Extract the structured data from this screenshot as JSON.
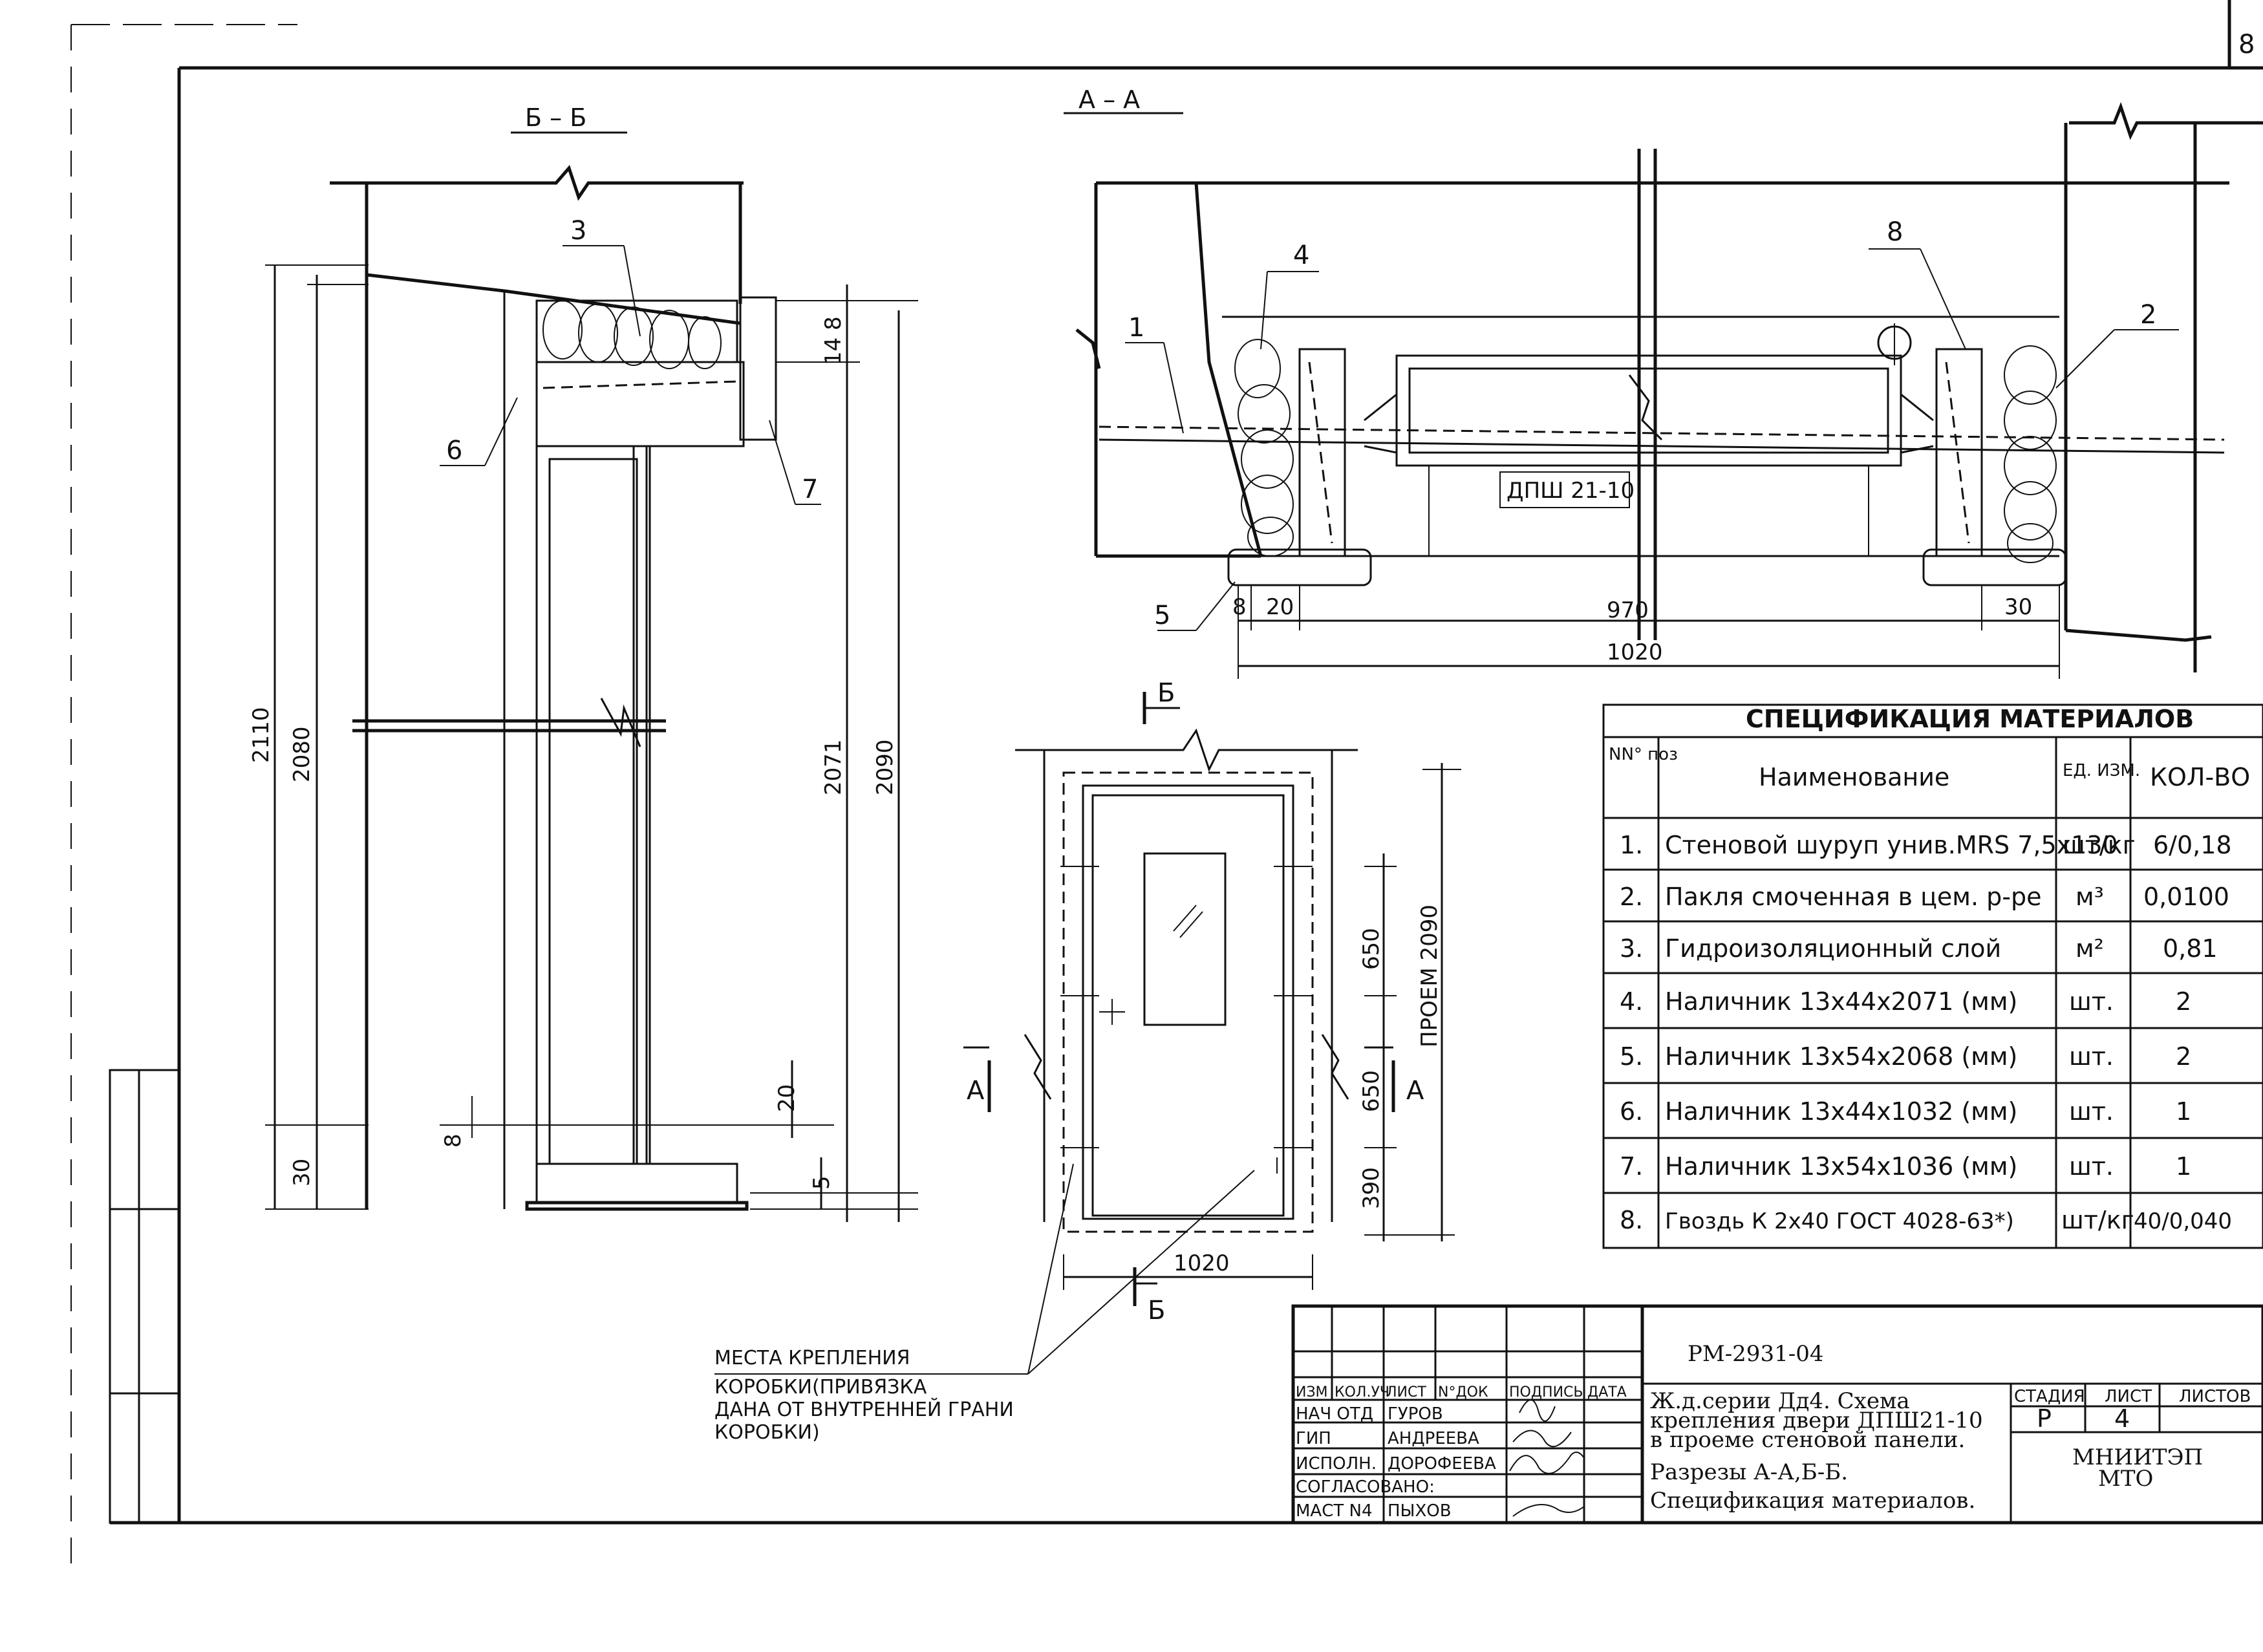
{
  "sheet_corner": "8",
  "sections": {
    "bb": "Б – Б",
    "aa": "А – А"
  },
  "section_marks": {
    "b": "Б",
    "a": "А"
  },
  "callouts": {
    "p1": "1",
    "p2": "2",
    "p3": "3",
    "p4": "4",
    "p5": "5",
    "p6": "6",
    "p7": "7",
    "p8": "8"
  },
  "door_label": "ДПШ 21-10",
  "dims": {
    "bb_2110": "2110",
    "bb_2080": "2080",
    "bb_30": "30",
    "bb_8": "8",
    "bb_148": "14 8",
    "bb_2071": "2071",
    "bb_2090": "2090",
    "bb_20": "20",
    "bb_5": "5",
    "aa_8": "8",
    "aa_20": "20",
    "aa_970": "970",
    "aa_30": "30",
    "aa_1020": "1020",
    "el_650a": "650",
    "el_650b": "650",
    "el_390": "390",
    "el_1020": "1020",
    "el_opening": "ПРОЕМ 2090"
  },
  "note": {
    "line1": "МЕСТА КРЕПЛЕНИЯ",
    "line2": "КОРОБКИ(ПРИВЯЗКА",
    "line3": "ДАНА ОТ ВНУТРЕННЕЙ ГРАНИ",
    "line4": "КОРОБКИ)"
  },
  "spec": {
    "title": "СПЕЦИФИКАЦИЯ МАТЕРИАЛОВ",
    "headers": {
      "pos": "NN° поз",
      "name": "Наименование",
      "unit": "ЕД. ИЗМ.",
      "qty": "КОЛ-ВО"
    },
    "rows": [
      {
        "pos": "1.",
        "name": "Стеновой шуруп унив.MRS 7,5x130",
        "unit": "шт/кг",
        "qty": "6/0,18"
      },
      {
        "pos": "2.",
        "name": "Пакля смоченная в цем. р-ре",
        "unit": "м³",
        "qty": "0,0100"
      },
      {
        "pos": "3.",
        "name": "Гидроизоляционный слой",
        "unit": "м²",
        "qty": "0,81"
      },
      {
        "pos": "4.",
        "name": "Наличник 13x44x2071 (мм)",
        "unit": "шт.",
        "qty": "2"
      },
      {
        "pos": "5.",
        "name": "Наличник 13x54x2068 (мм)",
        "unit": "шт.",
        "qty": "2"
      },
      {
        "pos": "6.",
        "name": "Наличник 13x44x1032 (мм)",
        "unit": "шт.",
        "qty": "1"
      },
      {
        "pos": "7.",
        "name": "Наличник 13x54x1036 (мм)",
        "unit": "шт.",
        "qty": "1"
      },
      {
        "pos": "8.",
        "name": "Гвоздь К 2x40 ГОСТ 4028-63*)",
        "unit": "шт/кг",
        "qty": "40/0,040"
      }
    ]
  },
  "stamp": {
    "code": "РМ-2931-04",
    "headers": {
      "izm": "ИЗМ",
      "kol": "КОЛ.УЧ",
      "list": "ЛИСТ",
      "ndok": "N°ДОК",
      "podp": "ПОДПИСЬ",
      "data": "ДАТА"
    },
    "people": [
      {
        "role": "НАЧ ОТД",
        "name": "ГУРОВ"
      },
      {
        "role": "ГИП",
        "name": "АНДРЕЕВА"
      },
      {
        "role": "ИСПОЛН.",
        "name": "ДОРОФЕЕВА"
      },
      {
        "role": "СОГЛАСОВАНО:",
        "name": ""
      },
      {
        "role": "МАСТ N4",
        "name": "ПЫХОВ"
      }
    ],
    "title_lines": [
      "Ж.д.серии  Дд4.  Схема",
      "крепления двери ДПШ21-10",
      "в проеме стеновой панели.",
      "Разрезы  А-А,Б-Б.",
      "Спецификация  материалов."
    ],
    "stage_label": "СТАДИЯ",
    "sheet_label": "ЛИСТ",
    "sheets_label": "ЛИСТОВ",
    "stage": "Р",
    "sheet": "4",
    "org1": "МНИИТЭП",
    "org2": "МТО"
  }
}
